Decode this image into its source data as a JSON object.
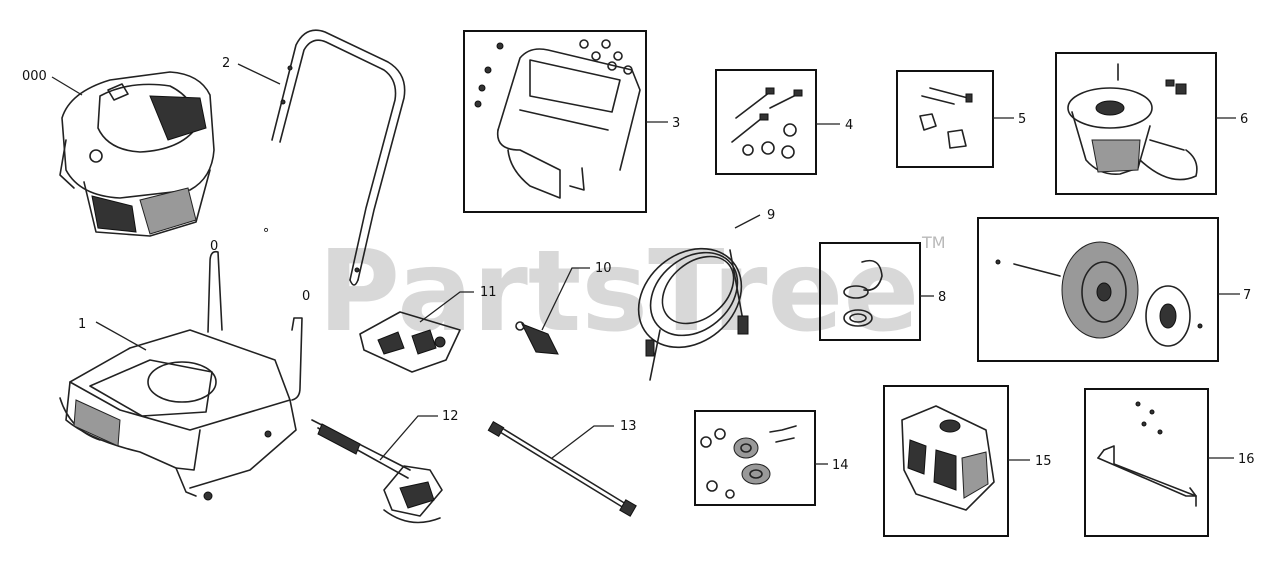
{
  "watermark": {
    "text": "PartsTree",
    "mark": "TM"
  },
  "callouts": {
    "engine": "000",
    "frame": "1",
    "handle": "2",
    "panel": "3",
    "bolt_kit_a": "4",
    "bolt_kit_b": "5",
    "pump": "6",
    "wheel_kit": "7",
    "oring_kit": "8",
    "hose": "9",
    "nozzle": "10",
    "nozzle_holder": "11",
    "spray_gun": "12",
    "lance": "13",
    "pump_kit": "14",
    "tank": "15",
    "bracket": "16"
  }
}
